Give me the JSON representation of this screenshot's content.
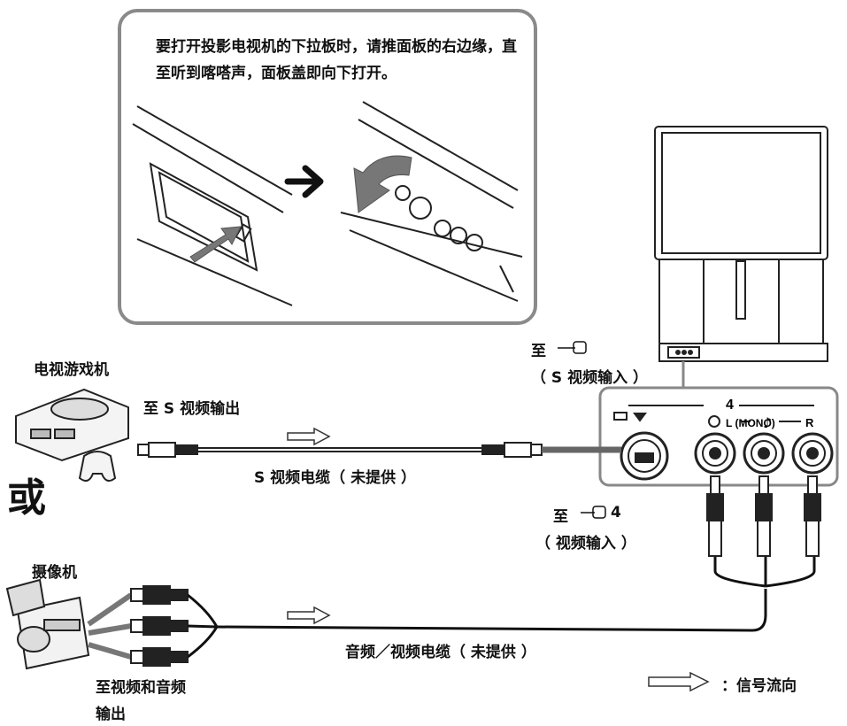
{
  "callout": {
    "text": "要打开投影电视机的下拉板时，请推面板的右边缘，直至听到喀嗒声，面板盖即向下打开。"
  },
  "labels": {
    "game_console": "电视游戏机",
    "to_s_video_out": "至 S 视频输出",
    "s_video_cable": "S 视频电缆（ 未提供 ）",
    "or": "或",
    "camcorder": "摄像机",
    "to_video_audio_out_1": "至视频和音频",
    "to_video_audio_out_2": "输出",
    "av_cable": "音频／视频电缆（ 未提供 ）",
    "to_s_video_in_1": "至",
    "to_s_video_in_2": "（ S 视频输入 ）",
    "to_video_in_1": "至",
    "to_video_in_num": "4",
    "to_video_in_2": "（ 视频输入 ）",
    "legend_signal": "：信号流向"
  },
  "panel": {
    "input_number": "4",
    "mono_label": "L (MONO)",
    "right_label": "R"
  }
}
